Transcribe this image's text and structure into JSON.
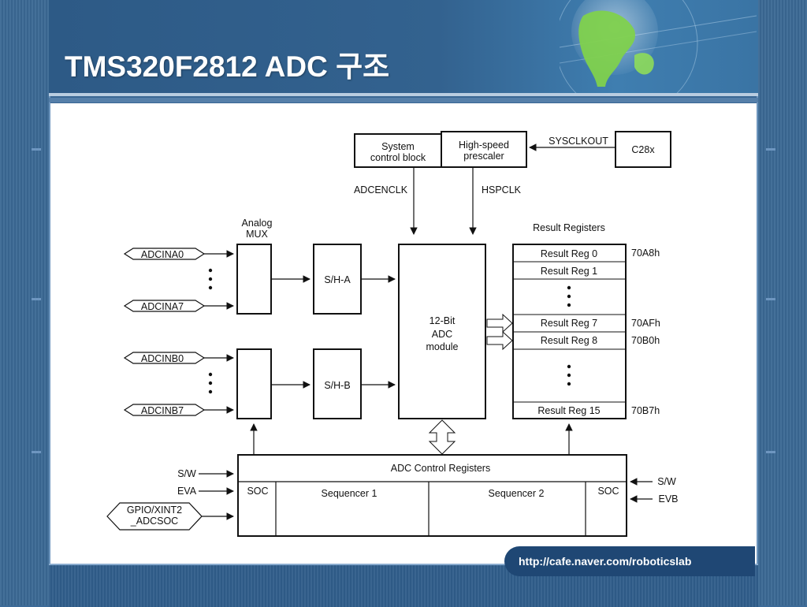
{
  "slide": {
    "title": "TMS320F2812 ADC 구조",
    "footer_url": "http://cafe.naver.com/roboticslab"
  },
  "diagram": {
    "system_control": [
      "System",
      "control block"
    ],
    "prescaler": [
      "High-speed",
      "prescaler"
    ],
    "sysclkout": "SYSCLKOUT",
    "c28x": "C28x",
    "adcenclk": "ADCENCLK",
    "hspclk": "HSPCLK",
    "analog_mux": [
      "Analog",
      "MUX"
    ],
    "adcina0": "ADCINA0",
    "adcina7": "ADCINA7",
    "adcinb0": "ADCINB0",
    "adcinb7": "ADCINB7",
    "sh_a": "S/H-A",
    "sh_b": "S/H-B",
    "adc_module": [
      "12-Bit",
      "ADC",
      "module"
    ],
    "result_registers_title": "Result Registers",
    "result_reg_0": "Result Reg 0",
    "result_reg_1": "Result Reg 1",
    "result_reg_7": "Result Reg 7",
    "result_reg_8": "Result Reg 8",
    "result_reg_15": "Result Reg 15",
    "addr_70a8h": "70A8h",
    "addr_70afh": "70AFh",
    "addr_70b0h": "70B0h",
    "addr_70b7h": "70B7h",
    "adc_control_registers": "ADC Control Registers",
    "soc_left": "SOC",
    "sequencer_1": "Sequencer 1",
    "sequencer_2": "Sequencer 2",
    "soc_right": "SOC",
    "sw_left": "S/W",
    "eva": "EVA",
    "gpio_xint2": [
      "GPIO/XINT2",
      "_ADCSOC"
    ],
    "sw_right": "S/W",
    "evb": "EVB"
  },
  "colors": {
    "background": "#2f5b88",
    "title_text": "#ffffff",
    "content_bg": "#ffffff",
    "diagram_line": "#111111"
  }
}
